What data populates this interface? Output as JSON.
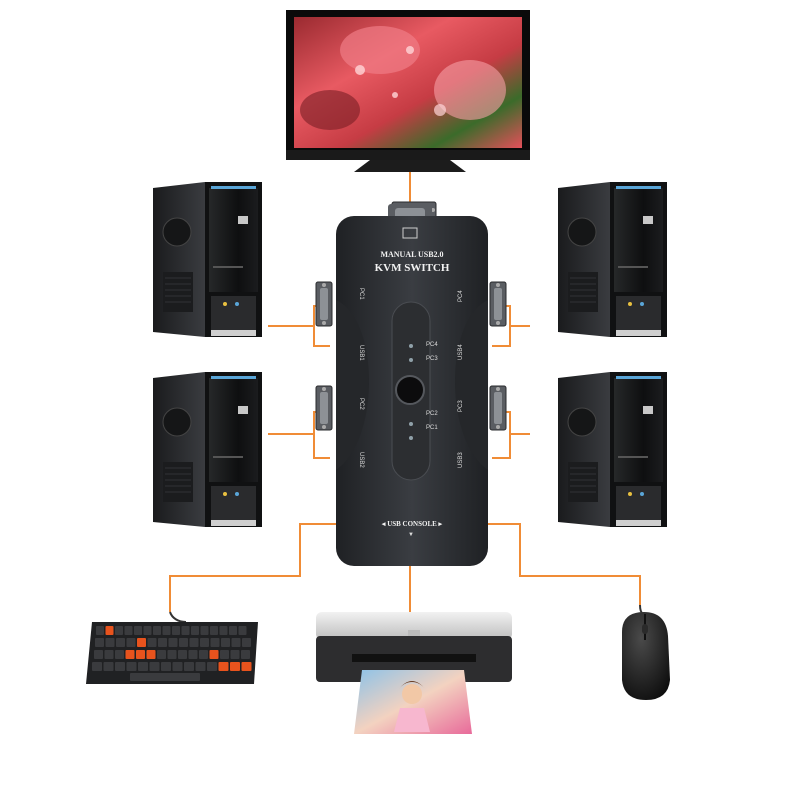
{
  "kvm": {
    "top_label": "MANUAL USB2.0",
    "title": "KVM SWITCH",
    "console_label": "USB CONSOLE",
    "port_labels": [
      "PC1",
      "PC2",
      "PC3",
      "PC4"
    ],
    "usb_labels": [
      "USB1",
      "USB2",
      "USB3",
      "USB4"
    ],
    "led_labels": [
      "PC4",
      "PC3",
      "PC2",
      "PC1"
    ]
  },
  "colors": {
    "cable": "#f08c36",
    "kvm_body": "#2e3034",
    "key_accent": "#e8531d"
  },
  "icons": {
    "monitor": "monitor-icon",
    "computer": "desktop-tower-icon",
    "keyboard": "keyboard-icon",
    "printer": "printer-icon",
    "mouse": "mouse-icon"
  }
}
